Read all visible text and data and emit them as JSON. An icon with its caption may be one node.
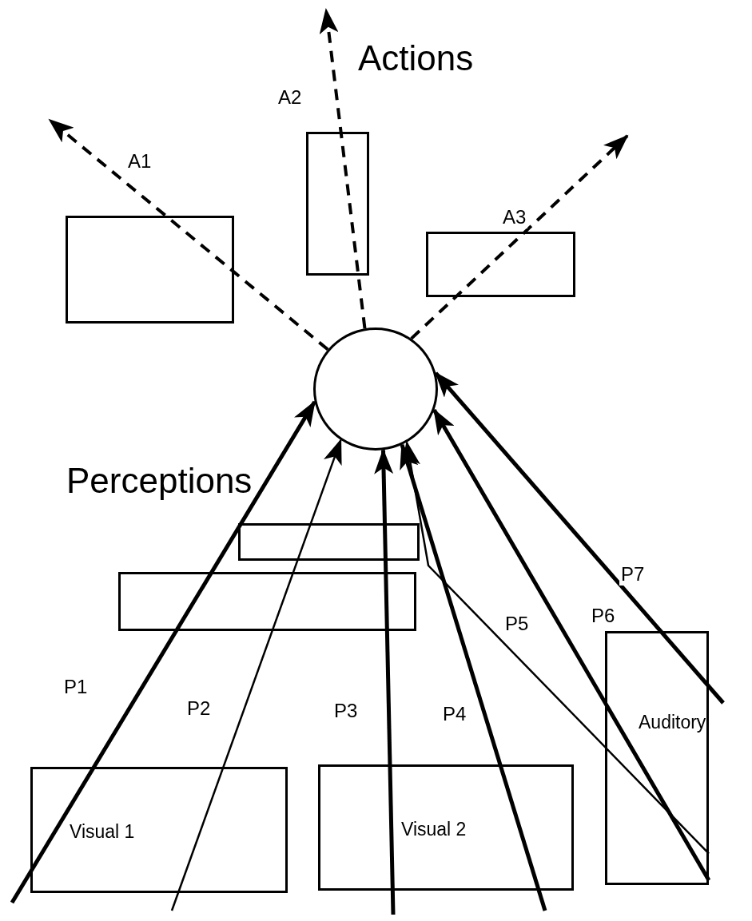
{
  "diagram": {
    "nodes": [
      {
        "text": [],
        "shape": "circle"
      },
      {
        "text": [],
        "shape": "box"
      },
      {
        "text": [],
        "shape": "box"
      },
      {
        "text": [],
        "shape": "box"
      },
      {
        "text": [],
        "shape": "box"
      },
      {
        "text": [],
        "shape": "box"
      },
      {
        "text": [
          "Visual 1"
        ]
      },
      {
        "text": [
          "Visual 2"
        ]
      },
      {
        "text": [
          "Auditory"
        ]
      }
    ],
    "edges": [
      {
        "from": 0,
        "to": null,
        "arrow": "to",
        "label": "A1",
        "style": "dashed"
      },
      {
        "from": 0,
        "to": null,
        "arrow": "to",
        "label": "A2",
        "style": "dashed"
      },
      {
        "from": 0,
        "to": null,
        "arrow": "to",
        "label": "A3",
        "style": "dashed"
      },
      {
        "from": null,
        "to": 0,
        "arrow": "to",
        "label": "P1"
      },
      {
        "from": null,
        "to": 0,
        "arrow": "to",
        "label": "P2"
      },
      {
        "from": null,
        "to": 0,
        "arrow": "to",
        "label": "P3"
      },
      {
        "from": null,
        "to": 0,
        "arrow": "to",
        "label": "P4"
      },
      {
        "from": 8,
        "to": 0,
        "arrow": "to",
        "label": "P5"
      },
      {
        "from": 8,
        "to": 0,
        "arrow": "to",
        "label": "P6"
      },
      {
        "from": null,
        "to": 0,
        "arrow": "to",
        "label": "P7"
      }
    ],
    "labels": [
      "Actions",
      "Perceptions"
    ]
  }
}
